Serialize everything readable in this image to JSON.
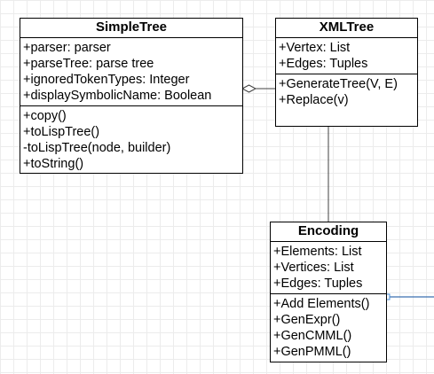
{
  "classes": {
    "simple_tree": {
      "name": "SimpleTree",
      "attributes": [
        "+parser: parser",
        "+parseTree: parse tree",
        "+ignoredTokenTypes: Integer",
        "+displaySymbolicName: Boolean"
      ],
      "methods": [
        "+copy()",
        "+toLispTree()",
        "-toLispTree(node, builder)",
        "+toString()"
      ]
    },
    "xml_tree": {
      "name": "XMLTree",
      "attributes": [
        "+Vertex: List",
        "+Edges: Tuples"
      ],
      "methods": [
        "+GenerateTree(V, E)",
        "+Replace(v)"
      ]
    },
    "encoding": {
      "name": "Encoding",
      "attributes": [
        "+Elements: List",
        "+Vertices: List",
        "+Edges: Tuples"
      ],
      "methods": [
        "+Add Elements()",
        "+GenExpr()",
        "+GenCMML()",
        "+GenPMML()"
      ]
    }
  },
  "colors": {
    "grid": "#ececec",
    "line": "#404040",
    "selection_line": "#3a6fb0",
    "handle": "#4a90d9"
  }
}
